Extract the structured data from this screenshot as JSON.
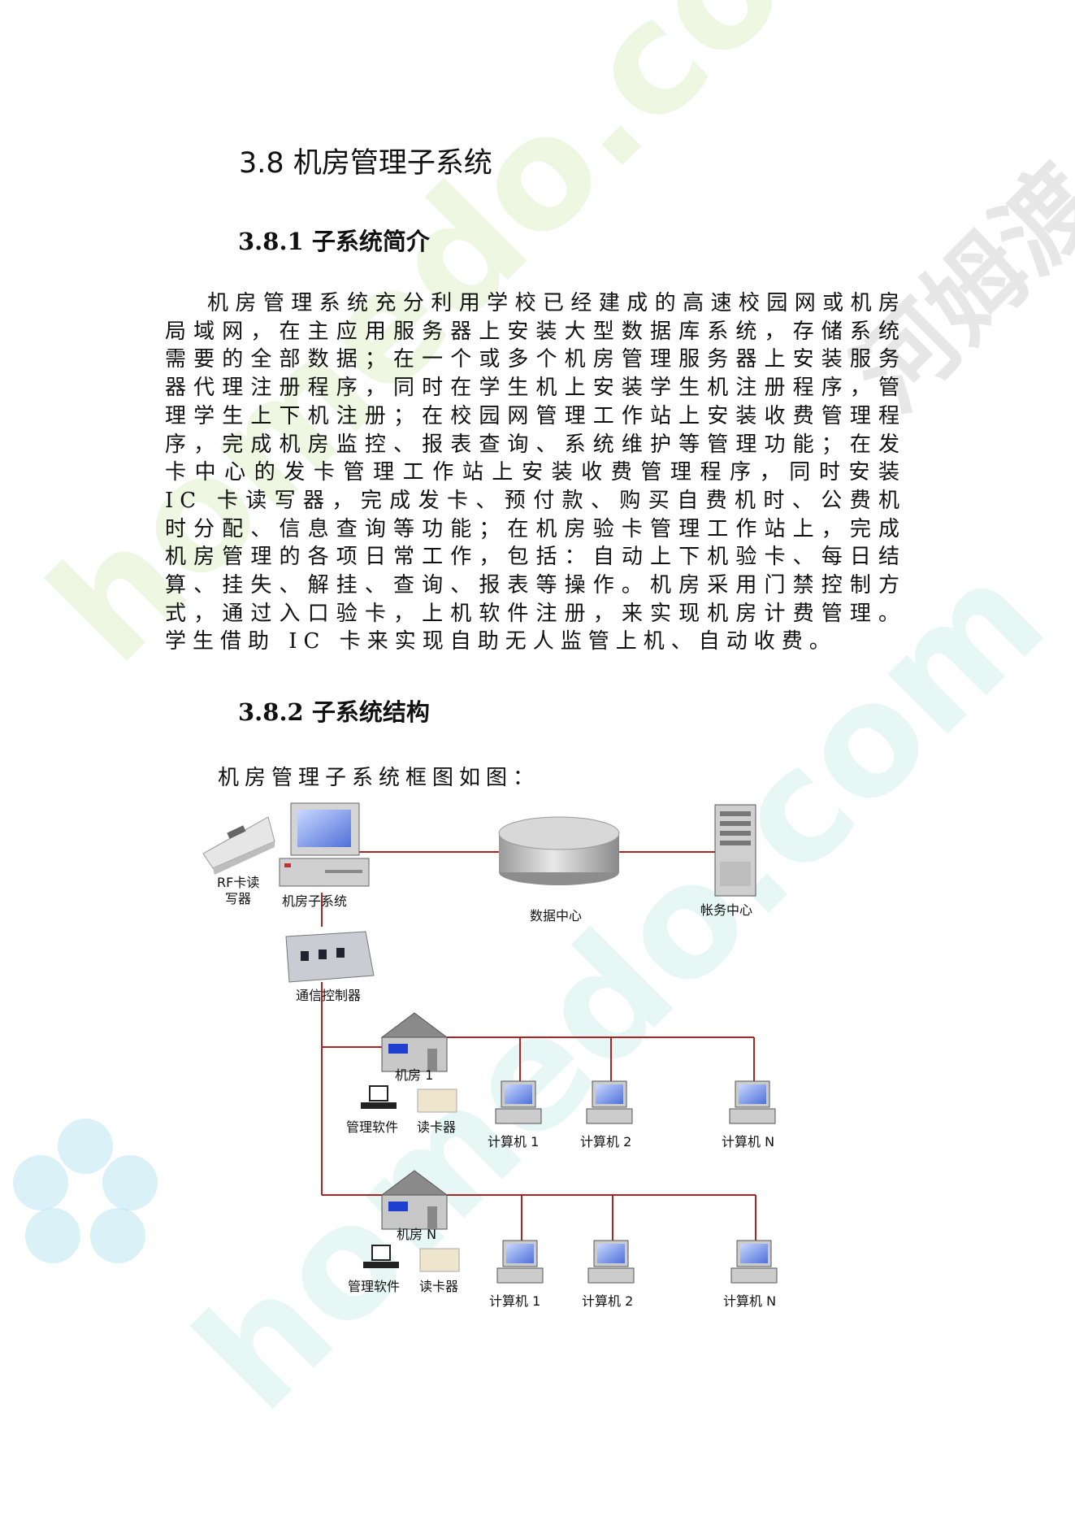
{
  "section": {
    "number": "3.8",
    "title": "机房管理子系统"
  },
  "subsection1": {
    "number": "3.8.1",
    "title": "子系统简介"
  },
  "intro_paragraph": "机房管理系统充分利用学校已经建成的高速校园网或机房局域网，在主应用服务器上安装大型数据库系统，存储系统需要的全部数据；在一个或多个机房管理服务器上安装服务器代理注册程序，同时在学生机上安装学生机注册程序，管理学生上下机注册；在校园网管理工作站上安装收费管理程序，完成机房监控、报表查询、系统维护等管理功能；在发卡中心的发卡管理工作站上安装收费管理程序，同时安装 IC 卡读写器，完成发卡、预付款、购买自费机时、公费机时分配、信息查询等功能；在机房验卡管理工作站上，完成机房管理的各项日常工作，包括：自动上下机验卡、每日结算、挂失、解挂、查询、报表等操作。机房采用门禁控制方式，通过入口验卡，上机软件注册，来实现机房计费管理。学生借助 IC 卡来实现自助无人监管上机、自动收费。",
  "subsection2": {
    "number": "3.8.2",
    "title": "子系统结构"
  },
  "diagram_caption": "机房管理子系统框图如图：",
  "diagram": {
    "rf_reader_label_line1": "RF卡读",
    "rf_reader_label_line2": "写器",
    "room_subsystem_label": "机房子系统",
    "data_center_label": "数据中心",
    "accounts_center_label": "帐务中心",
    "comm_controller_label": "通信控制器",
    "room1": {
      "name": "机房 1",
      "mgmt_software": "管理软件",
      "card_reader": "读卡器",
      "computers": [
        "计算机 1",
        "计算机 2",
        "计算机 N"
      ]
    },
    "roomN": {
      "name": "机房 N",
      "mgmt_software": "管理软件",
      "card_reader": "读卡器",
      "computers": [
        "计算机 1",
        "计算机 2",
        "计算机 N"
      ]
    },
    "line_color": "#b22222"
  },
  "watermark": {
    "text1": "homedo.com",
    "text2": "homedo.com",
    "text3": "河姆渡"
  }
}
